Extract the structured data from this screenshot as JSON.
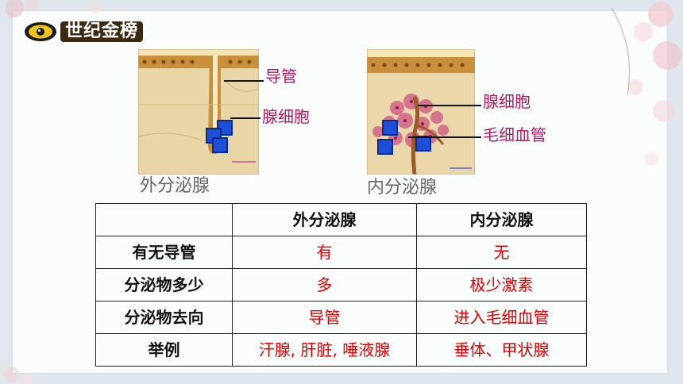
{
  "logo": {
    "text": "世纪金榜"
  },
  "diagram1": {
    "labels": {
      "duct": "导管",
      "gland_cell": "腺细胞"
    },
    "caption": "外分泌腺"
  },
  "diagram2": {
    "labels": {
      "gland_cell": "腺细胞",
      "capillary": "毛细血管"
    },
    "caption": "内分泌腺"
  },
  "table": {
    "headers": [
      "",
      "外分泌腺",
      "内分泌腺"
    ],
    "rows": [
      {
        "label": "有无导管",
        "exocrine": "有",
        "endocrine": "无"
      },
      {
        "label": "分泌物多少",
        "exocrine": "多",
        "endocrine": "极少激素"
      },
      {
        "label": "分泌物去向",
        "exocrine": "导管",
        "endocrine": "进入毛细血管"
      },
      {
        "label": "举例",
        "exocrine": "汗腺, 肝脏, 唾液腺",
        "endocrine": "垂体、甲状腺"
      }
    ]
  },
  "colors": {
    "label": "#b5195e",
    "answer": "#e00000",
    "marker": "#1d4fd8"
  }
}
